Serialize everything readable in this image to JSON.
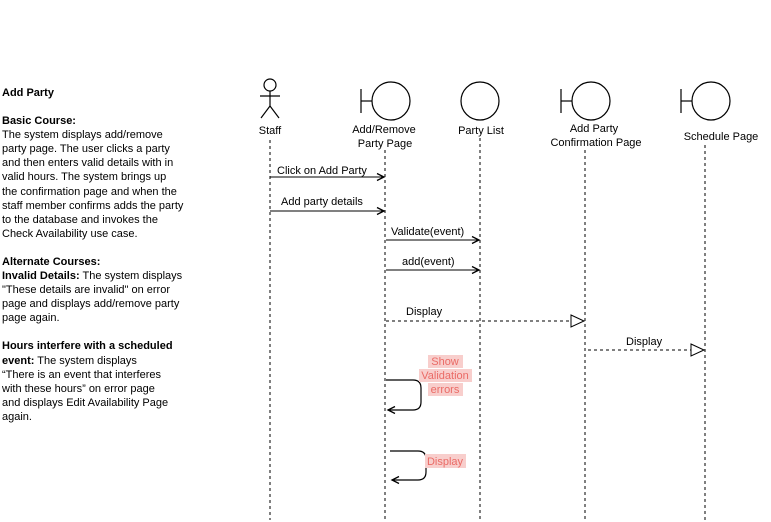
{
  "description": {
    "title": "Add Party",
    "basic_heading": "Basic Course:",
    "basic_lines": [
      "The system displays add/remove",
      "party page. The user clicks a party",
      "and then enters valid details with in",
      "valid hours. The system brings up",
      "the confirmation page and when the",
      "staff member confirms adds the party",
      "to the database and invokes the",
      "Check Availability use case."
    ],
    "alternate_heading": "Alternate Courses:",
    "invalid_heading": "Invalid Details:",
    "invalid_first": " The system displays",
    "invalid_lines": [
      "\"These details are invalid\" on error",
      "page and displays add/remove party",
      "page again."
    ],
    "hours_heading_1": "Hours interfere with a scheduled",
    "hours_heading_2": "event:",
    "hours_first": " The system displays",
    "hours_lines": [
      "“There is an event that interferes",
      "with these hours” on error page",
      "and displays Edit Availability Page",
      "again."
    ]
  },
  "lifelines": {
    "staff": "Staff",
    "add_remove_1": "Add/Remove",
    "add_remove_2": "Party Page",
    "party_list": "Party List",
    "confirm_1": "Add Party",
    "confirm_2": "Confirmation Page",
    "schedule": "Schedule Page"
  },
  "messages": {
    "m1": "Click on Add Party",
    "m2": "Add party details",
    "m3": "Validate(event)",
    "m4": "add(event)",
    "m5": "Display",
    "m6": "Display"
  },
  "self_messages": {
    "s1_1": "Show",
    "s1_2": "Validation",
    "s1_3": "errors",
    "s2": "Display"
  },
  "colors": {
    "highlight_bg": "#f8cecc",
    "highlight_text": "#ea6b66"
  }
}
